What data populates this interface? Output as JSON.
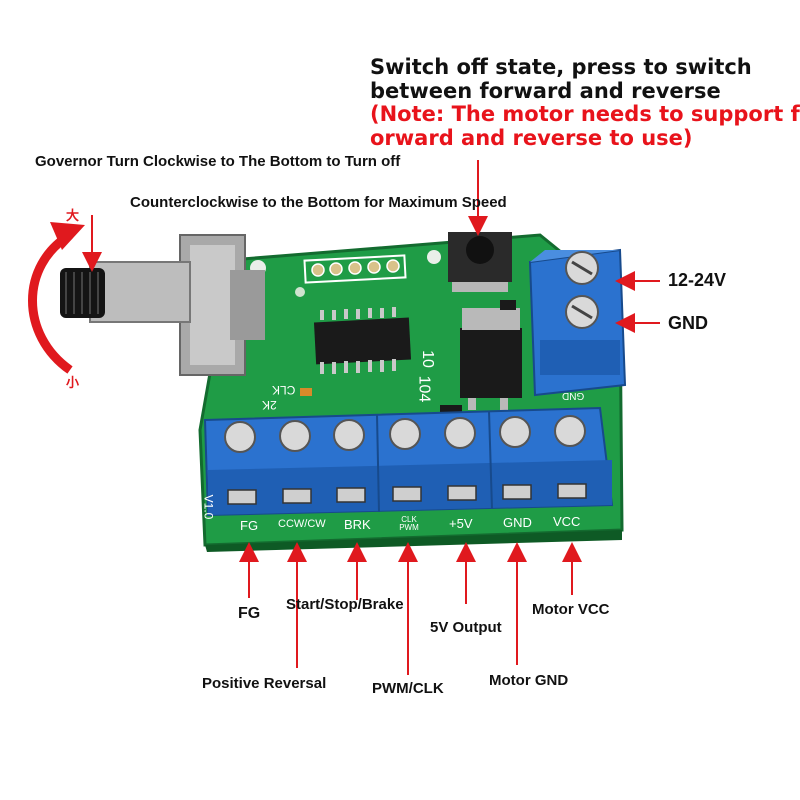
{
  "top_note": {
    "line1": "Switch off state, press to switch",
    "line2": " between forward and reverse",
    "line3": "(Note: The motor needs to support f",
    "line4": "orward and reverse to use)"
  },
  "governor": {
    "line1": "Governor  Turn Clockwise to The Bottom to Turn off",
    "line2": "Counterclockwise to the Bottom for Maximum Speed",
    "big_char": "大",
    "small_char": "小"
  },
  "power_labels": {
    "v": "12-24V",
    "gnd": "GND"
  },
  "board": {
    "top_gnd": "GND",
    "silk_clk": "CLK",
    "silk_2k": "2K",
    "silk_v": "V1.0",
    "silk_104": "104",
    "silk_10": "10",
    "terminals": [
      "FG",
      "CCW/CW",
      "BRK",
      "CLK PWM",
      "+5V",
      "GND",
      "VCC"
    ]
  },
  "pin_labels": {
    "fg": "FG",
    "start_stop": "Start/Stop/Brake",
    "five_v": "5V Output",
    "motor_vcc": "Motor VCC",
    "positive_reversal": "Positive Reversal",
    "pwm_clk": "PWM/CLK",
    "motor_gnd": "Motor GND"
  },
  "colors": {
    "pcb": "#1f9c46",
    "terminal": "#2b72cf",
    "arrow": "#e0191e",
    "note_red": "#e8131b"
  }
}
